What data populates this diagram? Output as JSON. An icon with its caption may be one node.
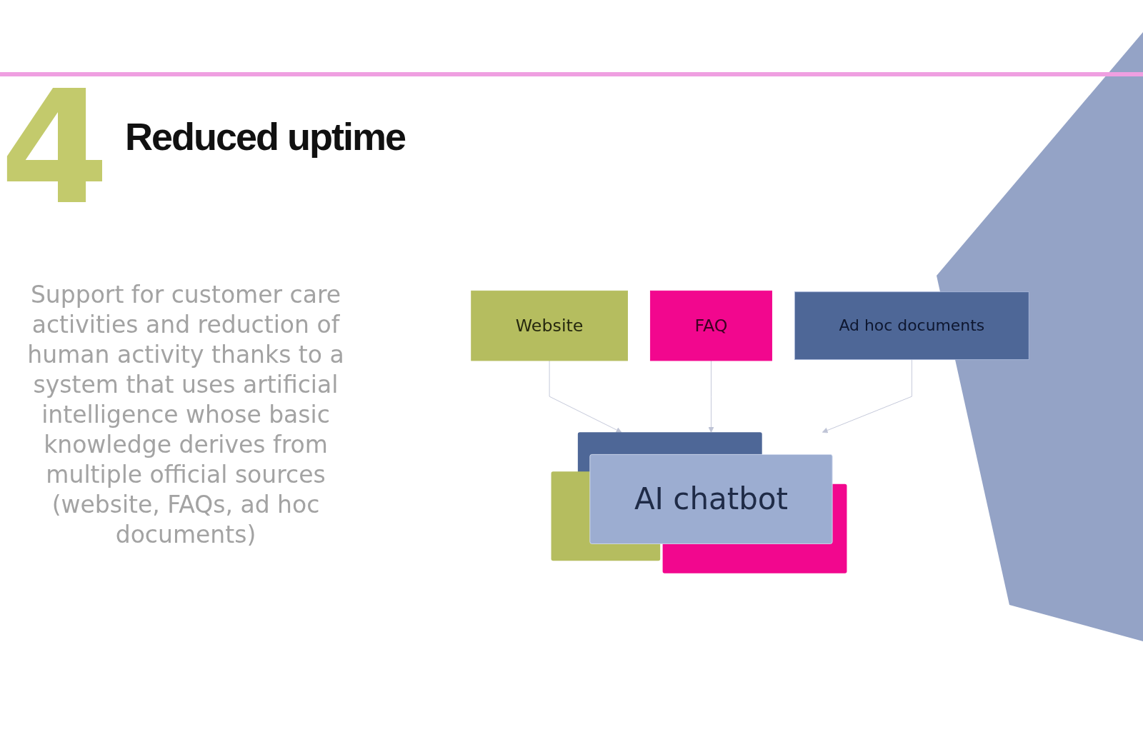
{
  "diagram": {
    "title": "Reduced uptime",
    "nodes": [
      {
        "text": [
          "Website"
        ]
      },
      {
        "text": [
          "FAQ"
        ]
      },
      {
        "text": [
          "Ad hoc documents"
        ]
      },
      {
        "text": [
          "AI chatbot"
        ]
      }
    ],
    "edges": [
      {
        "from": 0,
        "to": 3,
        "arrow": "to"
      },
      {
        "from": 1,
        "to": 3,
        "arrow": "to"
      },
      {
        "from": 2,
        "to": 3,
        "arrow": "to"
      }
    ],
    "labels": [
      "4",
      "Support for customer care activities and reduction of human activity thanks to a system that uses artificial intelligence whose basic knowledge derives from multiple official sources (website, FAQs, ad hoc documents)"
    ]
  }
}
